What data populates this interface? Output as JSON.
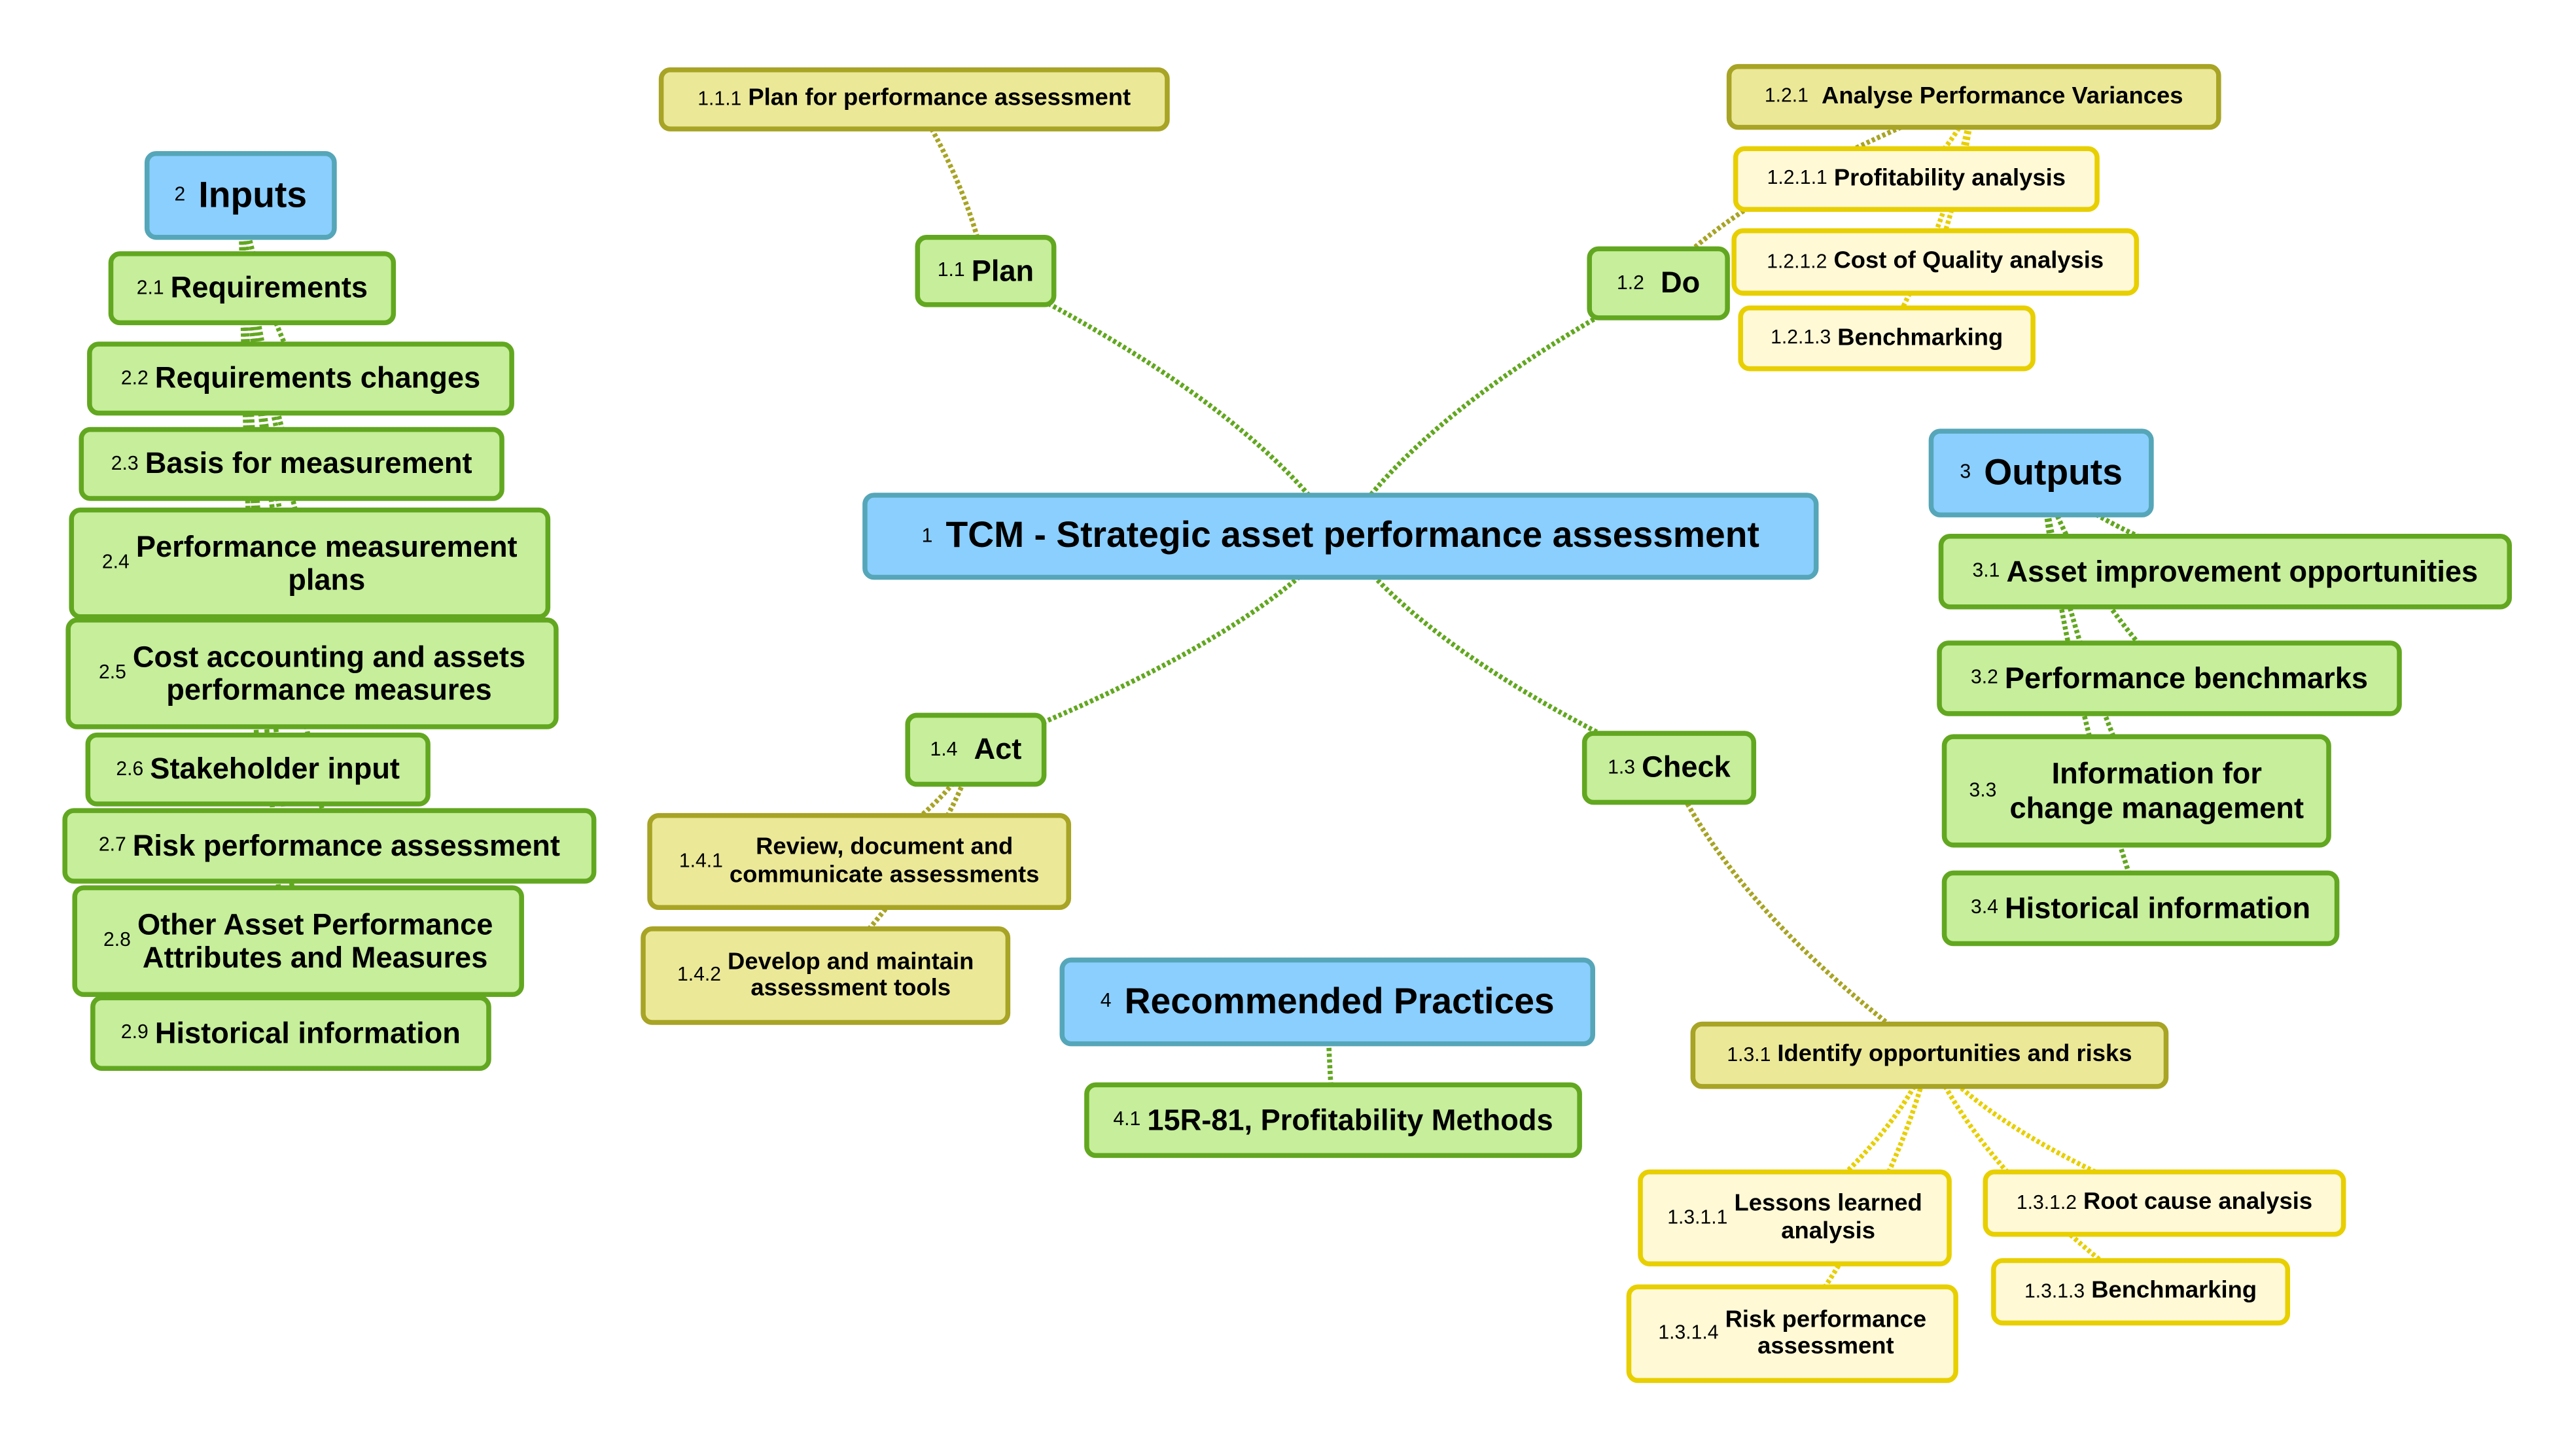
{
  "title": "TCM - Strategic asset performance assessment",
  "colors": {
    "main_fill": "#8bcfff",
    "main_border": "#55a6b8",
    "topic_fill": "#c6ee9b",
    "topic_border": "#62a720",
    "sub_fill": "#ebe898",
    "sub_border": "#a8a425",
    "leaf_fill": "#fff9d6",
    "leaf_border": "#e8cf00"
  },
  "nodes": {
    "n1": {
      "num": "1",
      "label": "TCM - Strategic asset performance assessment"
    },
    "n1_1": {
      "num": "1.1",
      "label": "Plan"
    },
    "n1_1_1": {
      "num": "1.1.1",
      "label": "Plan for performance assessment"
    },
    "n1_2": {
      "num": "1.2",
      "label": "Do"
    },
    "n1_2_1": {
      "num": "1.2.1",
      "label": "Analyse Performance Variances"
    },
    "n1_2_1_1": {
      "num": "1.2.1.1",
      "label": "Profitability analysis"
    },
    "n1_2_1_2": {
      "num": "1.2.1.2",
      "label": "Cost of Quality analysis"
    },
    "n1_2_1_3": {
      "num": "1.2.1.3",
      "label": "Benchmarking"
    },
    "n1_3": {
      "num": "1.3",
      "label": "Check"
    },
    "n1_3_1": {
      "num": "1.3.1",
      "label": "Identify opportunities and risks"
    },
    "n1_3_1_1": {
      "num": "1.3.1.1",
      "label": "Lessons learned\nanalysis"
    },
    "n1_3_1_2": {
      "num": "1.3.1.2",
      "label": "Root cause analysis"
    },
    "n1_3_1_3": {
      "num": "1.3.1.3",
      "label": "Benchmarking"
    },
    "n1_3_1_4": {
      "num": "1.3.1.4",
      "label": "Risk performance\nassessment"
    },
    "n1_4": {
      "num": "1.4",
      "label": "Act"
    },
    "n1_4_1": {
      "num": "1.4.1",
      "label": "Review, document and\ncommunicate assessments"
    },
    "n1_4_2": {
      "num": "1.4.2",
      "label": "Develop and maintain\nassessment tools"
    },
    "n2": {
      "num": "2",
      "label": "Inputs"
    },
    "n2_1": {
      "num": "2.1",
      "label": "Requirements"
    },
    "n2_2": {
      "num": "2.2",
      "label": "Requirements changes"
    },
    "n2_3": {
      "num": "2.3",
      "label": "Basis for measurement"
    },
    "n2_4": {
      "num": "2.4",
      "label": "Performance measurement\nplans"
    },
    "n2_5": {
      "num": "2.5",
      "label": "Cost accounting and assets\nperformance measures"
    },
    "n2_6": {
      "num": "2.6",
      "label": "Stakeholder input"
    },
    "n2_7": {
      "num": "2.7",
      "label": "Risk performance assessment"
    },
    "n2_8": {
      "num": "2.8",
      "label": "Other Asset Performance\nAttributes and Measures"
    },
    "n2_9": {
      "num": "2.9",
      "label": "Historical information"
    },
    "n3": {
      "num": "3",
      "label": "Outputs"
    },
    "n3_1": {
      "num": "3.1",
      "label": "Asset improvement opportunities"
    },
    "n3_2": {
      "num": "3.2",
      "label": "Performance benchmarks"
    },
    "n3_3": {
      "num": "3.3",
      "label": "Information for\nchange management"
    },
    "n3_4": {
      "num": "3.4",
      "label": "Historical information"
    },
    "n4": {
      "num": "4",
      "label": "Recommended Practices"
    },
    "n4_1": {
      "num": "4.1",
      "label": "15R-81, Profitability Methods"
    }
  },
  "links": [
    [
      "n1",
      "n1_1"
    ],
    [
      "n1_1",
      "n1_1_1"
    ],
    [
      "n1",
      "n1_2"
    ],
    [
      "n1_2",
      "n1_2_1"
    ],
    [
      "n1_2_1",
      "n1_2_1_1"
    ],
    [
      "n1_2_1",
      "n1_2_1_2"
    ],
    [
      "n1_2_1",
      "n1_2_1_3"
    ],
    [
      "n1",
      "n1_3"
    ],
    [
      "n1_3",
      "n1_3_1"
    ],
    [
      "n1_3_1",
      "n1_3_1_1"
    ],
    [
      "n1_3_1",
      "n1_3_1_2"
    ],
    [
      "n1_3_1",
      "n1_3_1_3"
    ],
    [
      "n1_3_1",
      "n1_3_1_4"
    ],
    [
      "n1",
      "n1_4"
    ],
    [
      "n1_4",
      "n1_4_1"
    ],
    [
      "n1_4",
      "n1_4_2"
    ],
    [
      "n2",
      "n2_1"
    ],
    [
      "n2",
      "n2_2"
    ],
    [
      "n2",
      "n2_3"
    ],
    [
      "n2",
      "n2_4"
    ],
    [
      "n2",
      "n2_5"
    ],
    [
      "n2",
      "n2_6"
    ],
    [
      "n2",
      "n2_7"
    ],
    [
      "n2",
      "n2_8"
    ],
    [
      "n2",
      "n2_9"
    ],
    [
      "n3",
      "n3_1"
    ],
    [
      "n3",
      "n3_2"
    ],
    [
      "n3",
      "n3_3"
    ],
    [
      "n3",
      "n3_4"
    ],
    [
      "n4",
      "n4_1"
    ]
  ]
}
